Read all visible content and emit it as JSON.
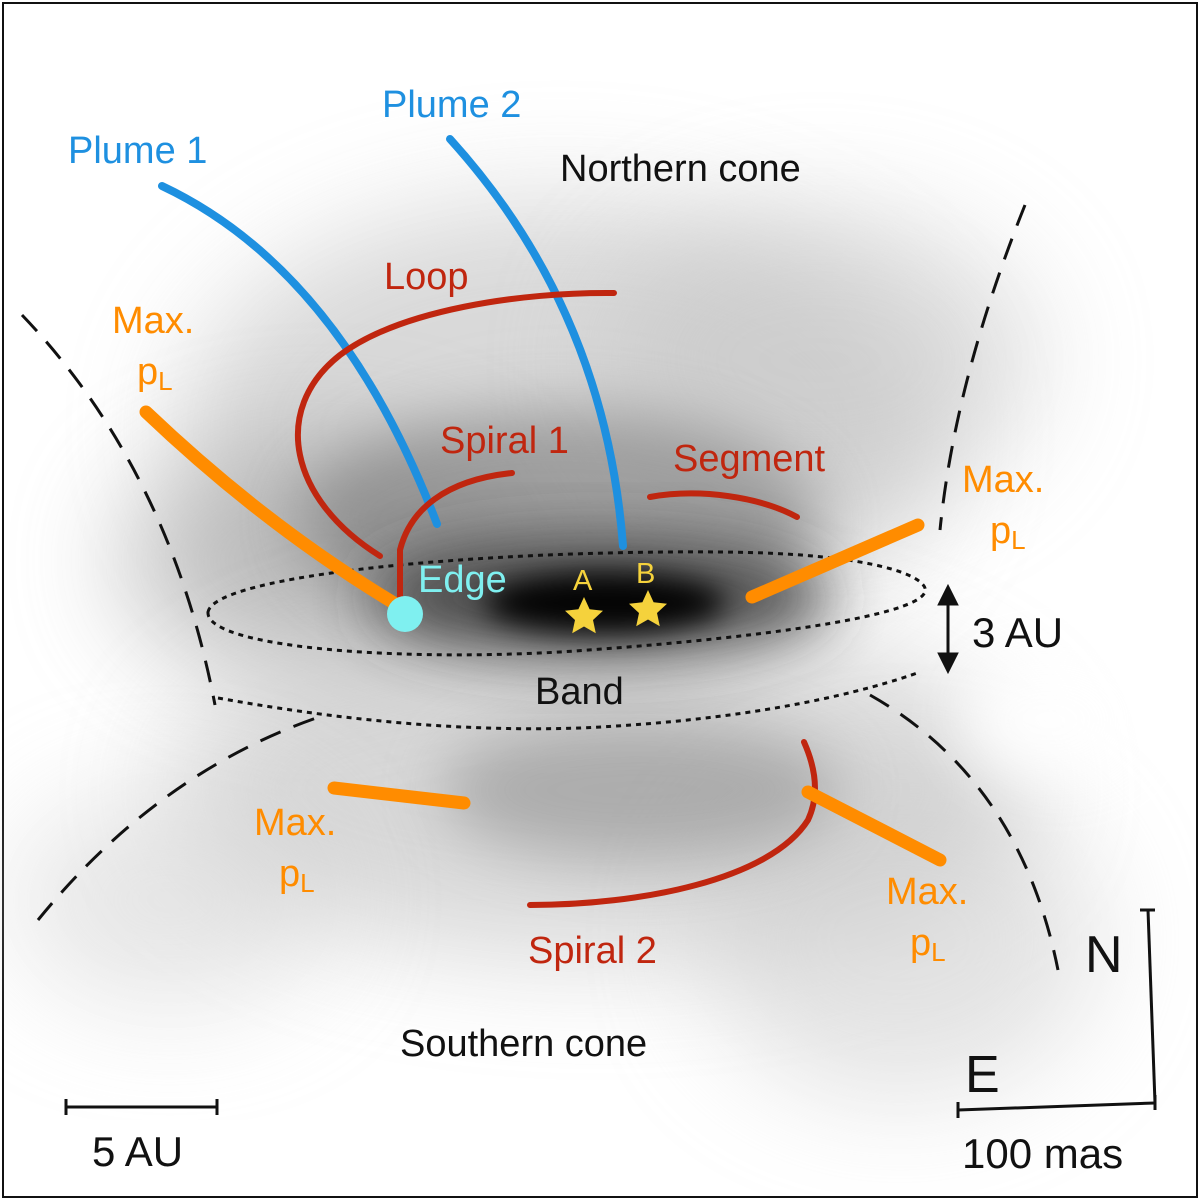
{
  "colors": {
    "plume": "#1e90e0",
    "red_feature": "#c0260f",
    "max_pl": "#ff8c00",
    "edge": "#7ff0f0",
    "star": "#f5d23c",
    "ink": "#111111",
    "background": "#ffffff"
  },
  "labels": {
    "plume1": "Plume 1",
    "plume2": "Plume 2",
    "northern_cone": "Northern cone",
    "southern_cone": "Southern cone",
    "loop": "Loop",
    "spiral1": "Spiral 1",
    "spiral2": "Spiral 2",
    "segment": "Segment",
    "edge": "Edge",
    "band": "Band",
    "star_a": "A",
    "star_b": "B",
    "max": "Max.",
    "pl_base": "p",
    "pl_sub": "L"
  },
  "scale": {
    "thickness": "3 AU",
    "scalebar": "5 AU",
    "angular": "100 mas"
  },
  "compass": {
    "north": "N",
    "east": "E"
  }
}
